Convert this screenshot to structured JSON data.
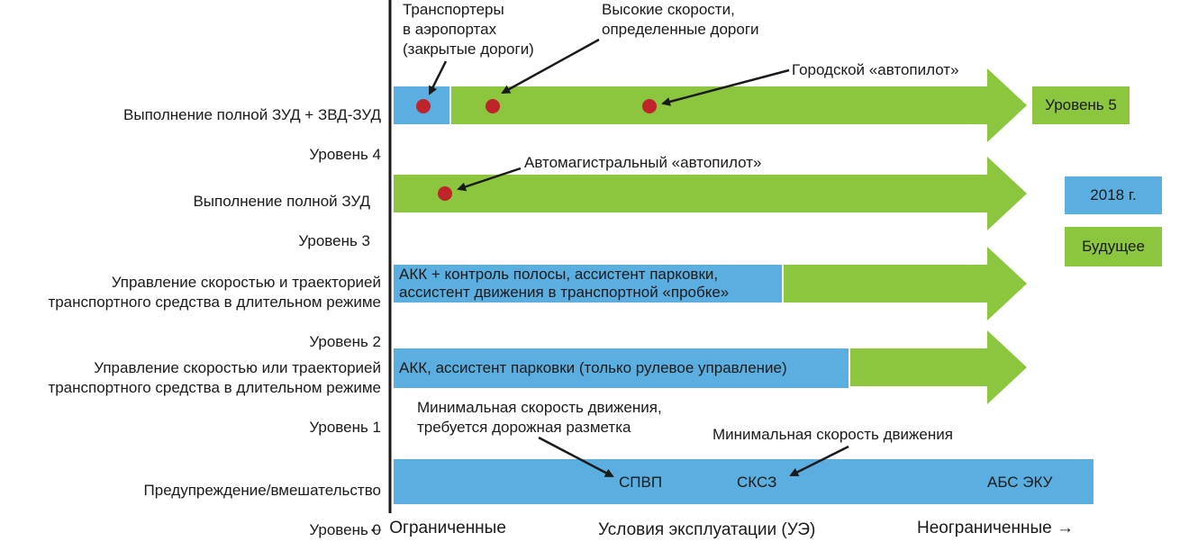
{
  "levels": [
    {
      "name": "Выполнение полной ЗУД + ЗВД-ЗУД",
      "level": "Уровень 4"
    },
    {
      "name": "Выполнение полной ЗУД",
      "level": "Уровень 3"
    },
    {
      "name": "Управление скоростью и траекторией\nтранспортного средства в длительном режиме",
      "level": "Уровень 2"
    },
    {
      "name": "Управление скоростью или траекторией\nтранспортного средства в длительном режиме",
      "level": "Уровень 1"
    },
    {
      "name": "Предупреждение/вмешательство",
      "level": "Уровень 0"
    }
  ],
  "annotations": {
    "airport": "Транспортеры\nв аэропортах\n(закрытые дороги)",
    "high_speed": "Высокие скорости,\nопределенные дороги",
    "city": "Городской «автопилот»",
    "highway": "Автомагистральный «автопилот»",
    "min_speed_marking": "Минимальная скорость движения,\nтребуется дорожная разметка",
    "min_speed": "Минимальная скорость движения"
  },
  "bar_texts": {
    "level2": "АКК + контроль полосы, ассистент парковки,\nассистент движения в транспортной «пробке»",
    "level1": "АКК, ассистент парковки (только рулевое управление)",
    "level0_items": [
      "СПВП",
      "СКСЗ",
      "АБС ЭКУ"
    ]
  },
  "level5_label": "Уровень 5",
  "legend": {
    "current": "2018 г.",
    "future": "Будущее"
  },
  "axis": {
    "left": "← Ограниченные",
    "center": "Условия эксплуатации (УЭ)",
    "right": "Неограниченные →"
  },
  "colors": {
    "blue": "#5aafe0",
    "green": "#8cc63f",
    "dot": "#c0242b"
  }
}
